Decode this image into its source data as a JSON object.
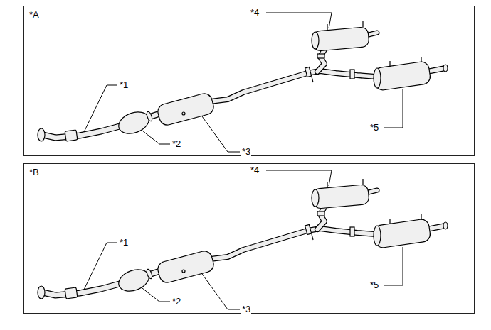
{
  "diagram": {
    "nodes": [
      {
        "text": [
          "*A"
        ]
      },
      {
        "text": [
          "*B"
        ]
      }
    ],
    "labels": [
      "*1",
      "*2",
      "*3",
      "*4",
      "*5",
      "*1",
      "*2",
      "*3",
      "*4",
      "*5"
    ]
  }
}
